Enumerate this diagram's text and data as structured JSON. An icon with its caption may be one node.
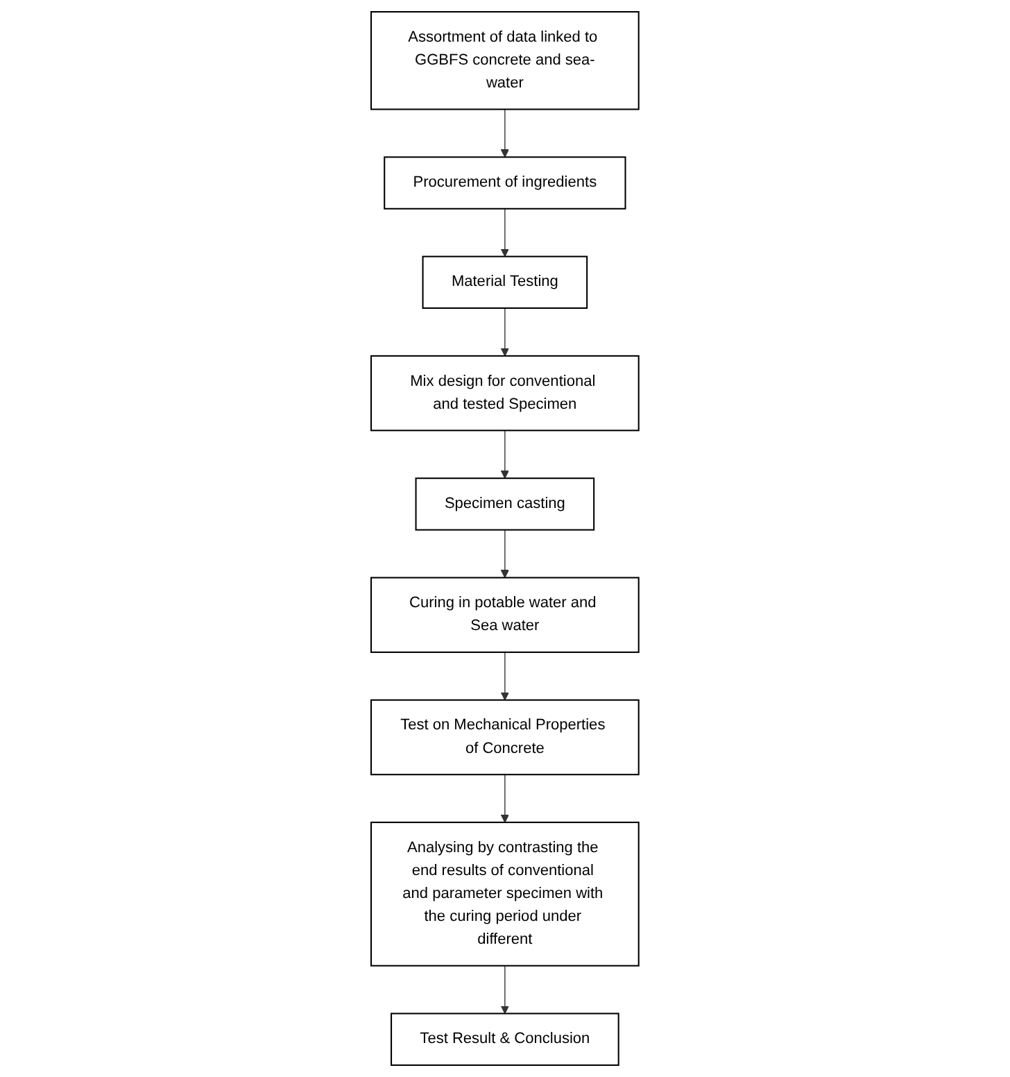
{
  "diagram": {
    "nodes": [
      {
        "text": [
          "Assortment of data linked to GGBFS concrete and sea-water"
        ]
      },
      {
        "text": [
          "Procurement of ingredients"
        ]
      },
      {
        "text": [
          "Material Testing"
        ]
      },
      {
        "text": [
          "Mix design for conventional and tested Specimen"
        ]
      },
      {
        "text": [
          "Specimen casting"
        ]
      },
      {
        "text": [
          "Curing in potable water and Sea water"
        ]
      },
      {
        "text": [
          "Test on Mechanical Properties of Concrete"
        ]
      },
      {
        "text": [
          "Analysing by contrasting the end results of conventional and parameter specimen with the curing period under different"
        ]
      },
      {
        "text": [
          "Test Result & Conclusion"
        ]
      }
    ],
    "edges": [
      {
        "from": 0,
        "to": 1,
        "arrow": "to"
      },
      {
        "from": 1,
        "to": 2,
        "arrow": "to"
      },
      {
        "from": 2,
        "to": 3,
        "arrow": "to"
      },
      {
        "from": 3,
        "to": 4,
        "arrow": "to"
      },
      {
        "from": 4,
        "to": 5,
        "arrow": "to"
      },
      {
        "from": 5,
        "to": 6,
        "arrow": "to"
      },
      {
        "from": 6,
        "to": 7,
        "arrow": "to"
      },
      {
        "from": 7,
        "to": 8,
        "arrow": "to"
      }
    ]
  }
}
